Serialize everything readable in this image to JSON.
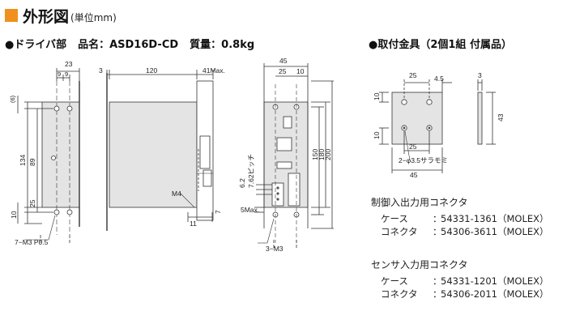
{
  "header": {
    "title": "外形図",
    "subtitle": "(単位mm)"
  },
  "driver": {
    "title": "●ドライバ部",
    "model": "品名：ASD16D-CD",
    "mass": "質量：0.8kg"
  },
  "bracket": {
    "title": "●取付金具（2個1組 付属品）"
  },
  "dims": {
    "d_23": "23",
    "d_9a": "9",
    "d_9b": "9",
    "d_6": "(6)",
    "d_134": "134",
    "d_89": "89",
    "d_25_side": "25",
    "d_10_side": "10",
    "d_m3": "7−M3 P0.5",
    "d_3": "3",
    "d_120": "120",
    "d_41max": "41Max.",
    "d_m4": "M4",
    "d_11": "11",
    "d_7": "7",
    "d_45": "45",
    "d_25_front": "25",
    "d_10_front": "10",
    "d_62": "6.2",
    "d_62pitch": "7.62ピッチ",
    "d_150": "150",
    "d_180": "180",
    "d_200": "200",
    "d_5max": "5Max.",
    "d_3m3": "3−M3",
    "b_25": "25",
    "b_45w": "4.5",
    "b_10a": "10",
    "b_10b": "10",
    "b_25b": "25",
    "b_hole": "2−φ3.5サラモミ",
    "b_45": "45",
    "b_3": "3",
    "b_43": "43"
  },
  "connectors": {
    "control": {
      "title": "制御入出力用コネクタ",
      "case_label": "ケース",
      "case_value": "54331-1361（MOLEX）",
      "conn_label": "コネクタ",
      "conn_value": "54306-3611（MOLEX）"
    },
    "sensor": {
      "title": "センサ入力用コネクタ",
      "case_label": "ケース",
      "case_value": "54331-1201（MOLEX）",
      "conn_label": "コネクタ",
      "conn_value": "54306-2011（MOLEX）"
    }
  }
}
